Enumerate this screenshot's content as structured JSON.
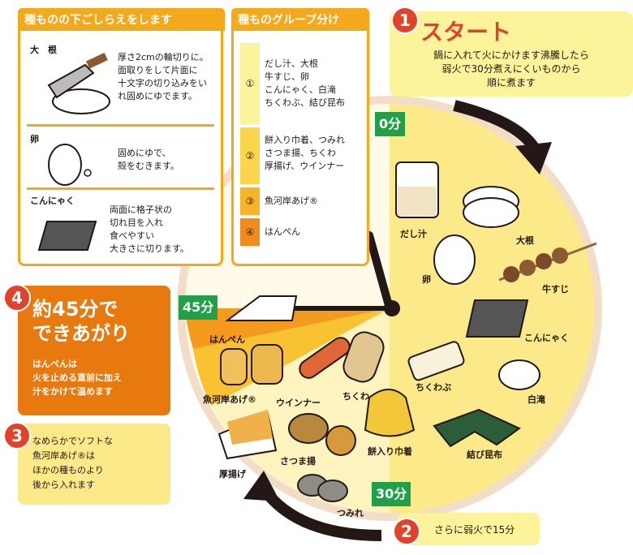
{
  "prep": {
    "title": "種ものの下ごしらえをします",
    "items": [
      {
        "name": "大　根",
        "text": "厚さ2cmの輪切りに。\n面取りをして片面に\n十文字の切り込みをい\nれ固めにゆでます。"
      },
      {
        "name": "卵",
        "text": "固めにゆで、\n殻をむきます。"
      },
      {
        "name": "こんにゃく",
        "text": "両面に格子状の\n切れ目を入れ\n食べやすい\n大きさに切ります。"
      }
    ]
  },
  "groups": {
    "title": "種ものグループ分け",
    "rows": [
      {
        "num": "①",
        "text": "だし汁、大根\n牛すじ、卵\nこんにゃく、白滝\nちくわぶ、結び昆布",
        "color": "#fdf39b"
      },
      {
        "num": "②",
        "text": "餅入り巾着、つみれ\nさつま揚、ちくわ\n厚揚げ、ウインナー",
        "color": "#fbd64c"
      },
      {
        "num": "③",
        "text": "魚河岸あげ®",
        "color": "#f6b528"
      },
      {
        "num": "④",
        "text": "はんぺん",
        "color": "#ef8c1d"
      }
    ]
  },
  "steps": [
    {
      "num": "1",
      "title": "スタート",
      "text": "鍋に入れて火にかけます沸騰したら\n弱火で30分煮えにくいものから\n順に煮ます"
    },
    {
      "num": "2",
      "text": "さらに弱火で15分"
    },
    {
      "num": "3",
      "text": "なめらかでソフトな\n魚河岸あげ®は\nほかの種ものより\n後から入れます"
    },
    {
      "num": "4",
      "title": "約45分で\nできあがり",
      "text": "はんぺんは\n火を止める直前に加え\n汁をかけて温めます"
    }
  ],
  "times": {
    "t0": "0分",
    "t30": "30分",
    "t45": "45分"
  },
  "foods": {
    "dashi": "だし汁",
    "daikon": "大根",
    "tamago": "卵",
    "gyusuji": "牛すじ",
    "konnyaku": "こんにゃく",
    "chikuwabu": "ちくわぶ",
    "shirataki": "白滝",
    "musubikonbu": "結び昆布",
    "mochikinchaku": "餅入り巾着",
    "tsumire": "つみれ",
    "satsumaage": "さつま揚",
    "chikuwa": "ちくわ",
    "atsuage": "厚揚げ",
    "wiener": "ウインナー",
    "uogashiage": "魚河岸あげ®",
    "hanpen": "はんぺん"
  },
  "colors": {
    "orange": "#f4a81c",
    "red": "#e0432b",
    "green": "#21a049",
    "yellow": "#fbe98a",
    "deepOrange": "#e8790f"
  }
}
